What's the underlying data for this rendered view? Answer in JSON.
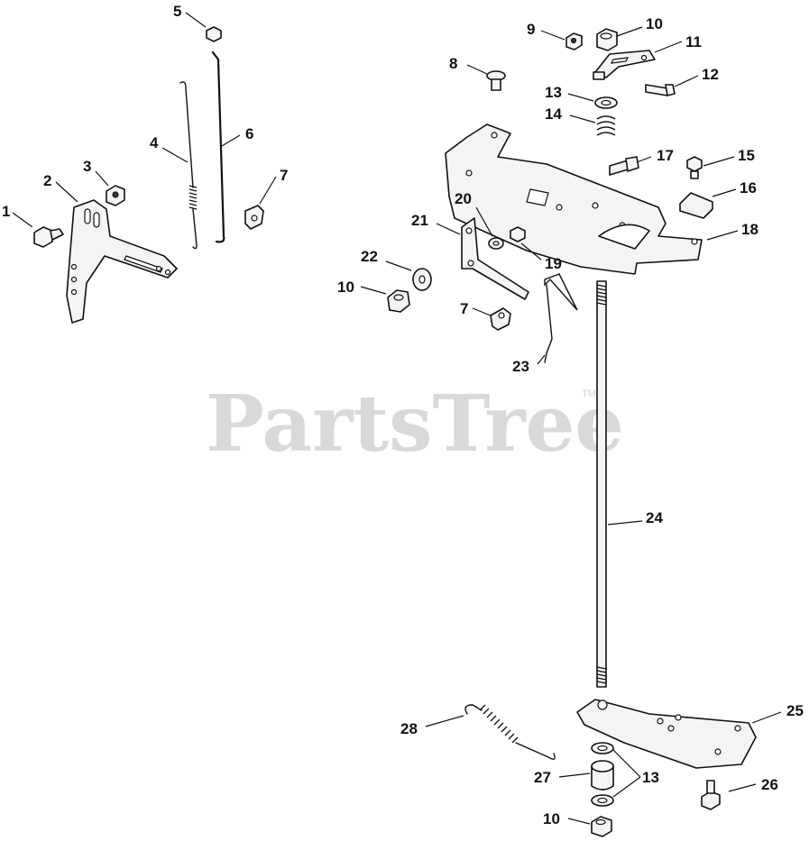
{
  "watermark": {
    "text": "PartsTree",
    "tm": "TM"
  },
  "callouts": {
    "c1": "1",
    "c2": "2",
    "c3": "3",
    "c4": "4",
    "c5": "5",
    "c6": "6",
    "c7a": "7",
    "c8": "8",
    "c9": "9",
    "c10a": "10",
    "c11": "11",
    "c12": "12",
    "c13a": "13",
    "c14": "14",
    "c15": "15",
    "c16": "16",
    "c17": "17",
    "c18": "18",
    "c19": "19",
    "c20": "20",
    "c21": "21",
    "c22": "22",
    "c10b": "10",
    "c7b": "7",
    "c23": "23",
    "c24": "24",
    "c25": "25",
    "c26": "26",
    "c27": "27",
    "c28": "28",
    "c13b": "13",
    "c10c": "10"
  },
  "colors": {
    "line": "#111111",
    "watermark": "#d9d9d9",
    "background": "#ffffff"
  }
}
